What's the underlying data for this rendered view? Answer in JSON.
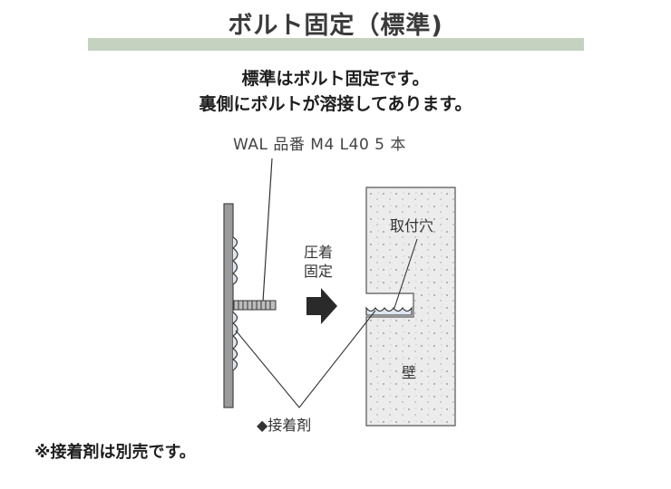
{
  "title": "ボルト固定（標準)",
  "description": {
    "line1": "標準はボルト固定です。",
    "line2": "裏側にボルトが溶接してあります。"
  },
  "diagram": {
    "bolt_label": "WAL 品番 M4 L40 5 本",
    "press_label_1": "圧着",
    "press_label_2": "固定",
    "hole_label": "取付穴",
    "wall_label": "壁",
    "adhesive_label": "◆接着剤"
  },
  "note": "※接着剤は別売です。",
  "colors": {
    "title_bar": "#c5d2c0",
    "panel": "#9a9a9a",
    "wall_fill": "#ececec",
    "arrow": "#2a2a2a"
  }
}
